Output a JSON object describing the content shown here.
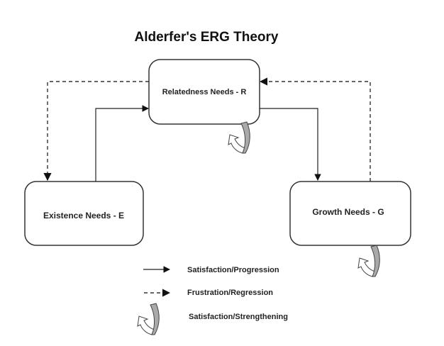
{
  "diagram": {
    "title": "Alderfer's ERG Theory",
    "nodes": [
      {
        "id": "R",
        "label": "Relatedness Needs - R"
      },
      {
        "id": "E",
        "label": "Existence Needs - E"
      },
      {
        "id": "G",
        "label": "Growth Needs - G"
      }
    ],
    "edges": [
      {
        "from": "E",
        "to": "R",
        "type": "solid",
        "meaning": "Satisfaction/Progression"
      },
      {
        "from": "R",
        "to": "G",
        "type": "solid",
        "meaning": "Satisfaction/Progression"
      },
      {
        "from": "R",
        "to": "E",
        "type": "dashed",
        "meaning": "Frustration/Regression"
      },
      {
        "from": "G",
        "to": "R",
        "type": "dashed",
        "meaning": "Frustration/Regression"
      },
      {
        "from": "R",
        "to": "R",
        "type": "curl",
        "meaning": "Satisfaction/Strengthening"
      },
      {
        "from": "G",
        "to": "G",
        "type": "curl",
        "meaning": "Satisfaction/Strengthening"
      }
    ],
    "legend": [
      {
        "symbol": "solid-arrow",
        "label": "Satisfaction/Progression"
      },
      {
        "symbol": "dashed-arrow",
        "label": "Frustration/Regression"
      },
      {
        "symbol": "curled-arrow",
        "label": "Satisfaction/Strengthening"
      }
    ]
  }
}
